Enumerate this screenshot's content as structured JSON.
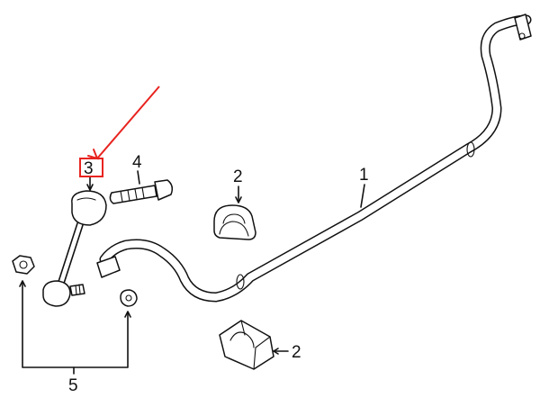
{
  "callouts": {
    "stabilizer_bar": "1",
    "upper_bushing": "2",
    "lower_bushing": "2",
    "link": "3",
    "link_bolt": "4",
    "nuts": "5"
  },
  "highlight": {
    "color": "#e8231f"
  }
}
